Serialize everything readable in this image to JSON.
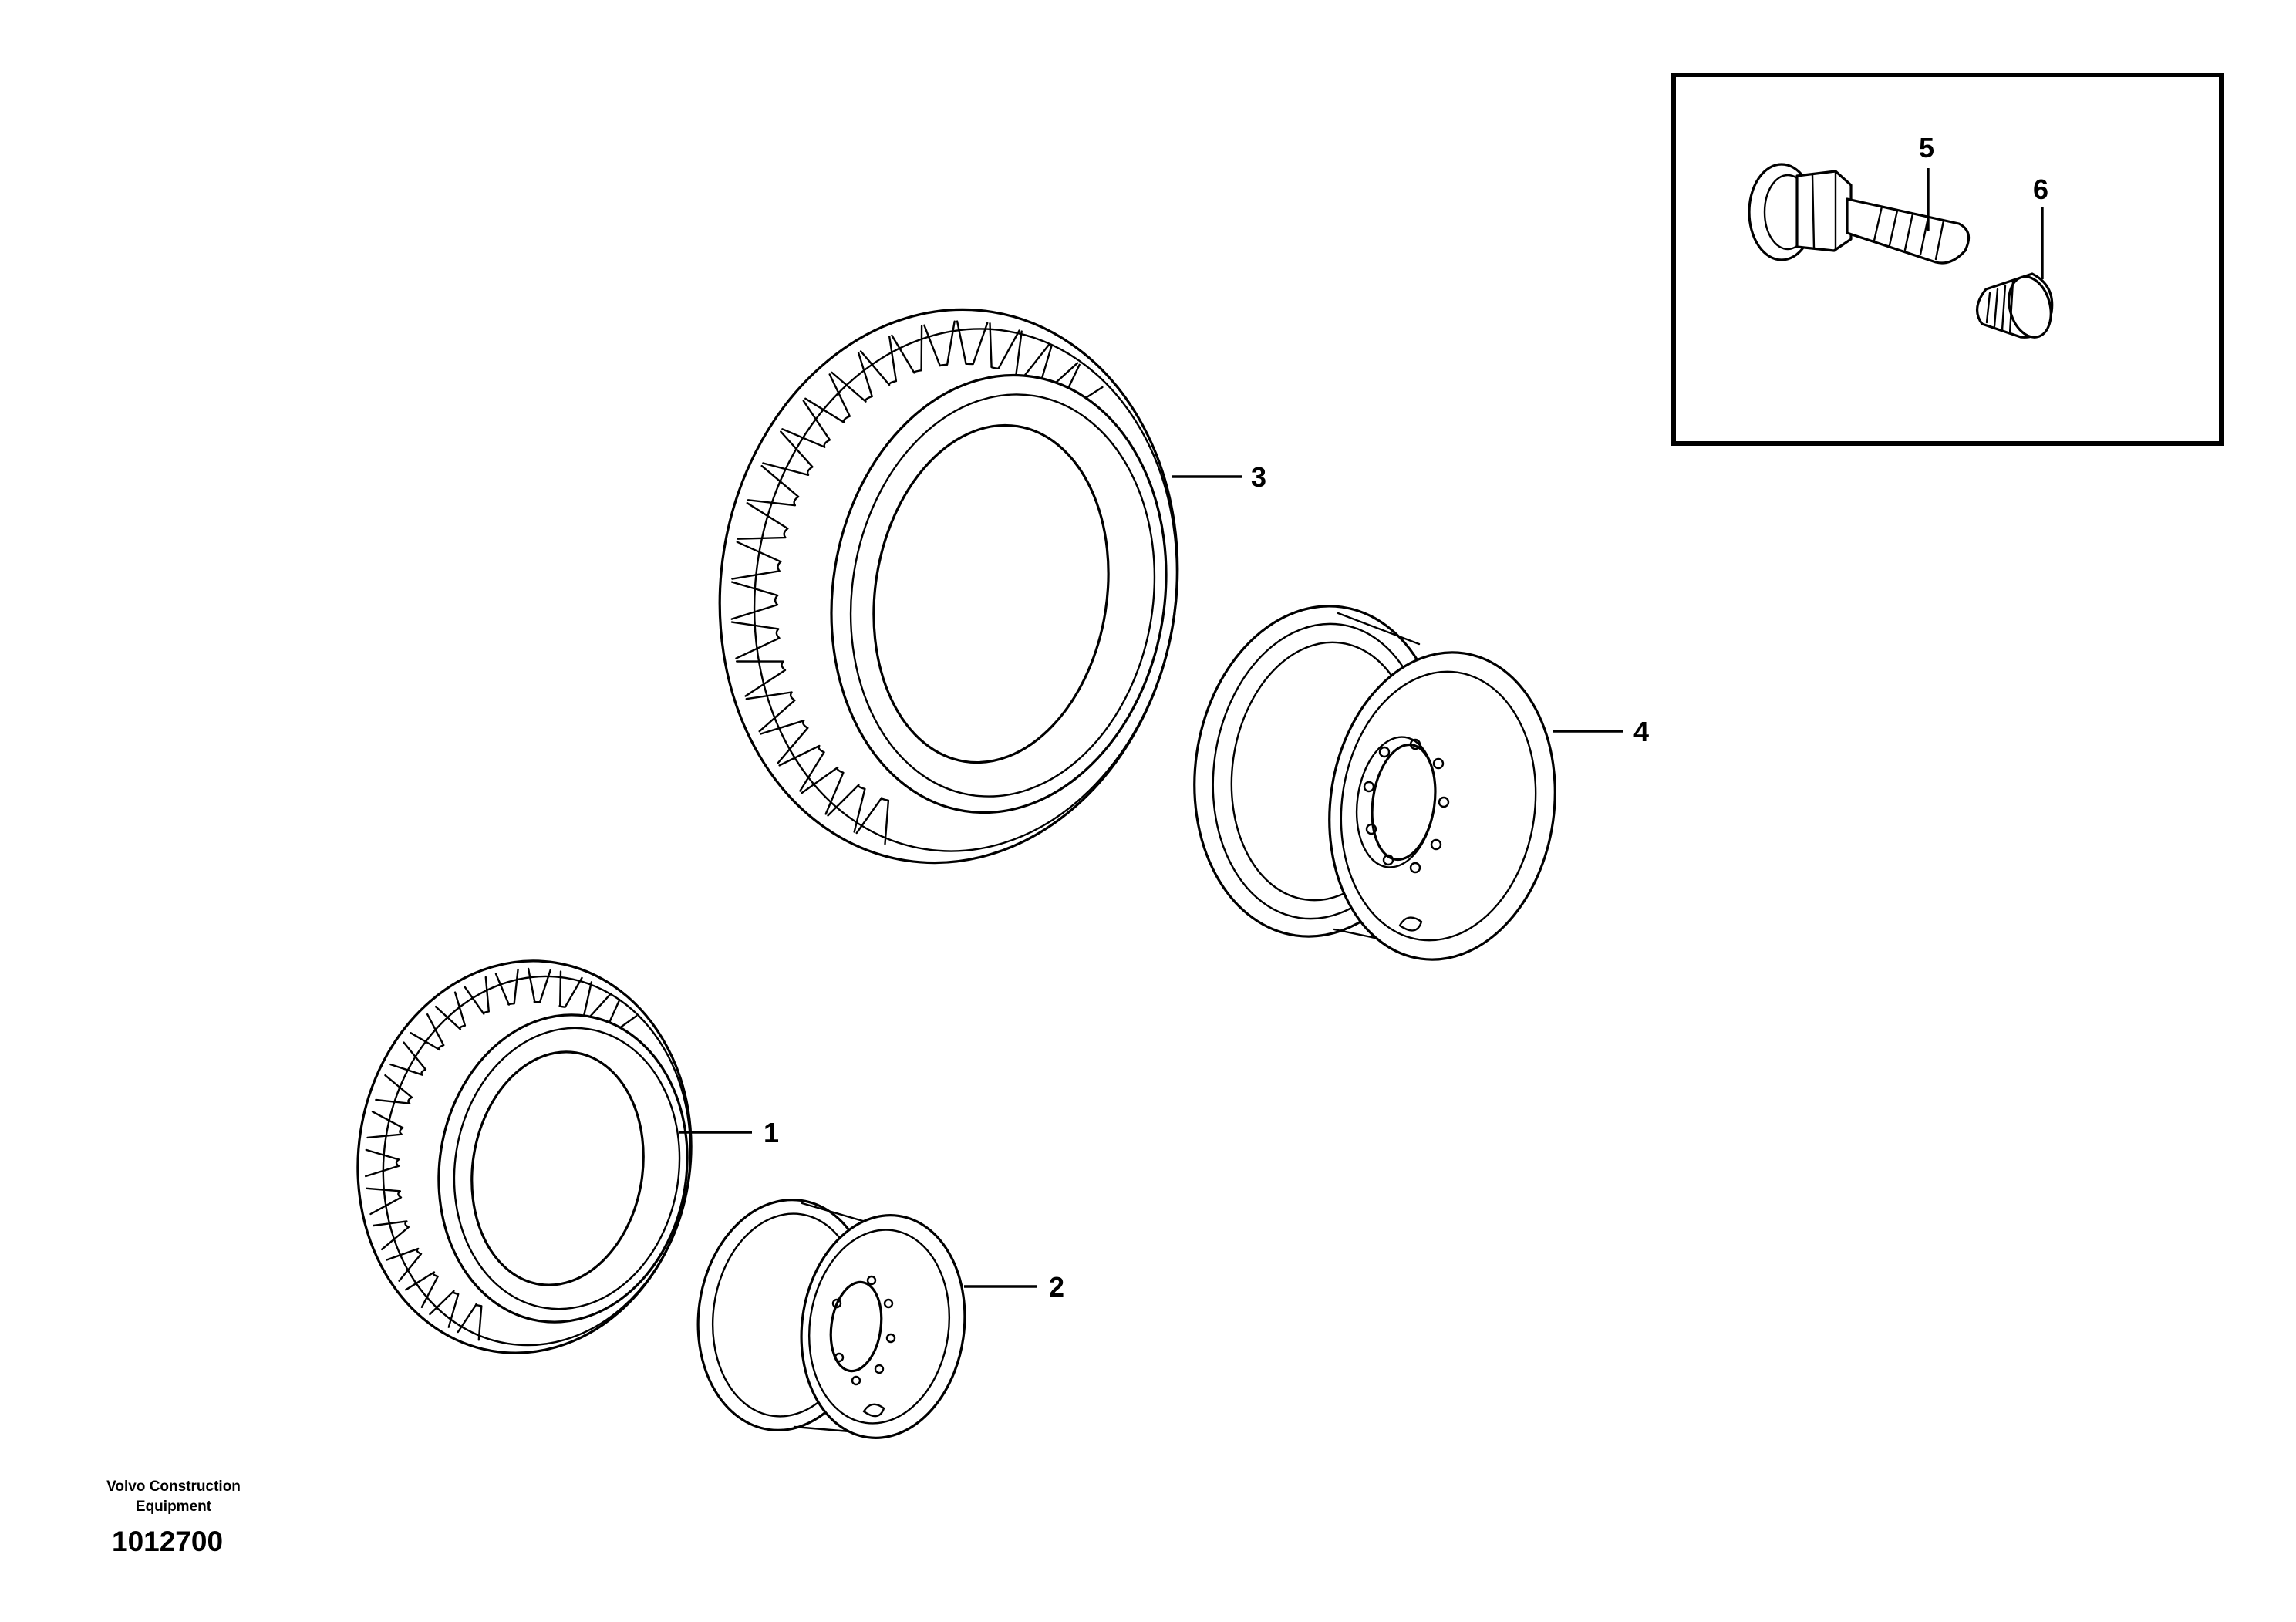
{
  "diagram": {
    "callouts": [
      {
        "id": "1",
        "label": "1"
      },
      {
        "id": "2",
        "label": "2"
      },
      {
        "id": "3",
        "label": "3"
      },
      {
        "id": "4",
        "label": "4"
      },
      {
        "id": "5",
        "label": "5"
      },
      {
        "id": "6",
        "label": "6"
      }
    ],
    "parts": [
      {
        "name": "small-tire",
        "callout": "1"
      },
      {
        "name": "small-rim",
        "callout": "2"
      },
      {
        "name": "large-tire",
        "callout": "3"
      },
      {
        "name": "large-rim",
        "callout": "4"
      },
      {
        "name": "wheel-bolt",
        "callout": "5"
      },
      {
        "name": "valve-cap",
        "callout": "6"
      }
    ]
  },
  "footer": {
    "manufacturer": "Volvo Construction\nEquipment",
    "manufacturer_line1": "Volvo Construction",
    "manufacturer_line2": "Equipment",
    "drawing_number": "1012700"
  }
}
